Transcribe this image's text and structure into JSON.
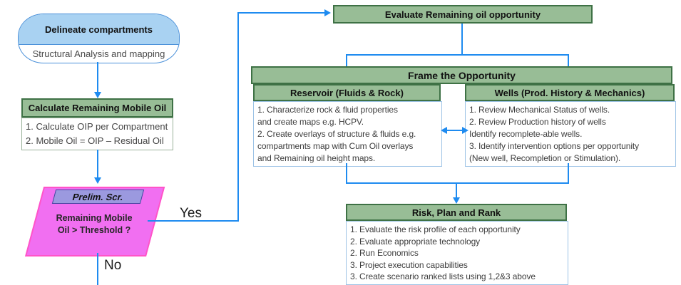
{
  "delineate": {
    "title": "Delineate compartments",
    "subtitle": "Structural Analysis and mapping"
  },
  "calc": {
    "header": "Calculate Remaining Mobile Oil",
    "items": [
      "1. Calculate OIP per Compartment",
      "2. Mobile Oil = OIP – Residual Oil"
    ]
  },
  "decision": {
    "header": "Prelim. Scr.",
    "lines": [
      "Remaining Mobile",
      "Oil  >  Threshold ?"
    ],
    "yes_label": "Yes",
    "no_label": "No"
  },
  "evaluate": {
    "title": "Evaluate Remaining oil opportunity"
  },
  "frame": {
    "title": "Frame the Opportunity",
    "reservoir": {
      "header": "Reservoir (Fluids & Rock)",
      "items": [
        "1. Characterize rock & fluid properties",
        "and create maps e.g. HCPV.",
        "2. Create overlays of structure & fluids e.g.",
        "compartments map with  Cum Oil overlays",
        "and Remaining oil height maps."
      ]
    },
    "wells": {
      "header": "Wells (Prod. History & Mechanics)",
      "items": [
        "1. Review Mechanical Status of wells.",
        "2. Review Production history of wells",
        "Identify recomplete-able wells.",
        "3. Identify intervention options per opportunity",
        "(New well, Recompletion or Stimulation)."
      ]
    }
  },
  "risk": {
    "header": "Risk, Plan and Rank",
    "items": [
      "1. Evaluate the risk profile of each opportunity",
      "2. Evaluate appropriate technology",
      "2. Run Economics",
      "3. Project execution capabilities",
      "3. Create scenario ranked lists using 1,2&3 above"
    ]
  },
  "colors": {
    "green_fill": "#98bd96",
    "green_border": "#3e7145",
    "line_blue": "#1e8bf0",
    "teal": "#1c7f96",
    "stadium_fill": "#a9d2f2",
    "stadium_border": "#4a90d9",
    "decision_fill": "#f16ff1",
    "decision_border": "#ff54c8",
    "prelim_fill": "#9b99df",
    "prelim_border": "#4444a0",
    "body_border_blue": "#9dc3e6"
  }
}
